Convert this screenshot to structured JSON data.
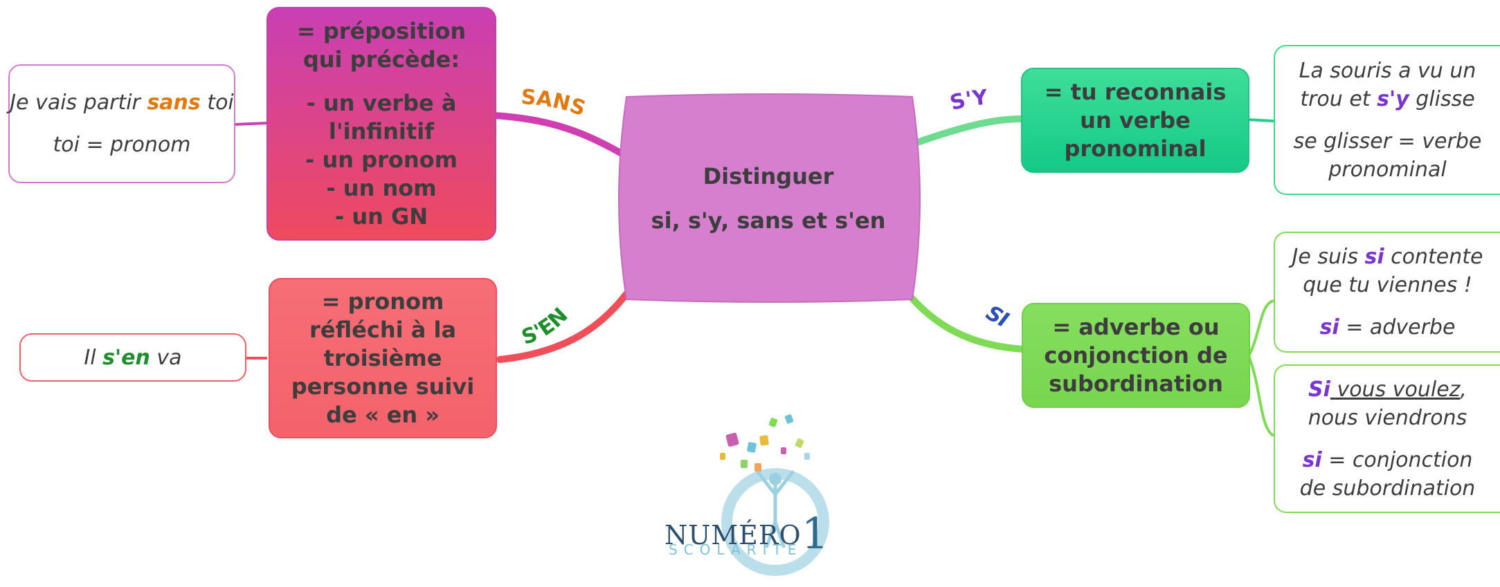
{
  "central": {
    "line1": "Distinguer",
    "line2": "si, s'y, sans et s'en"
  },
  "branches": {
    "sans": {
      "label": "SANS",
      "rule": [
        "= préposition",
        "qui précède:",
        "- un verbe à",
        "l'infinitif",
        "-  un pronom",
        "- un nom",
        "- un GN"
      ],
      "example": {
        "pre": "Je vais partir ",
        "kw": "sans",
        "post": " toi",
        "note": "toi = pronom"
      }
    },
    "sen": {
      "label": "S'EN",
      "rule": [
        "= pronom",
        "réfléchi à la",
        "troisième",
        "personne suivi",
        "de « en »"
      ],
      "example": {
        "pre": "Il ",
        "kw": "s'en",
        "post": " va"
      }
    },
    "sy": {
      "label": "S'Y",
      "rule": [
        "= tu reconnais",
        "un verbe",
        "pronominal"
      ],
      "example": {
        "line1": "La souris a vu un",
        "pre": "trou et ",
        "kw": "s'y",
        "post": " glisse",
        "note1": "se glisser = verbe",
        "note2": "pronominal"
      }
    },
    "si": {
      "label": "SI",
      "rule": [
        "= adverbe ou",
        "conjonction de",
        "subordination"
      ],
      "example1": {
        "pre": "Je suis ",
        "kw": "si",
        "post": " contente",
        "line2": "que tu viennes !",
        "note_kw": "si",
        "note": " = adverbe"
      },
      "example2": {
        "kw": "Si",
        "ul": " vous voulez",
        "post": ",",
        "line2": "nous viendrons",
        "note_kw": "si",
        "note1": " = conjonction",
        "note2": "de subordination"
      }
    }
  },
  "logo": {
    "name": "NUMÉRO",
    "number": "1",
    "sub": "SCOLARITÉ"
  },
  "colors": {
    "sans_box": "#d43fb0",
    "sen_box": "#f66a72",
    "sy_box": "#22cf8a",
    "si_box": "#7fdb55",
    "central": "#d67fcf",
    "orange": "#e07a10",
    "green": "#1e8f2c",
    "purple": "#7a35cf",
    "blue": "#2a4fb5"
  }
}
